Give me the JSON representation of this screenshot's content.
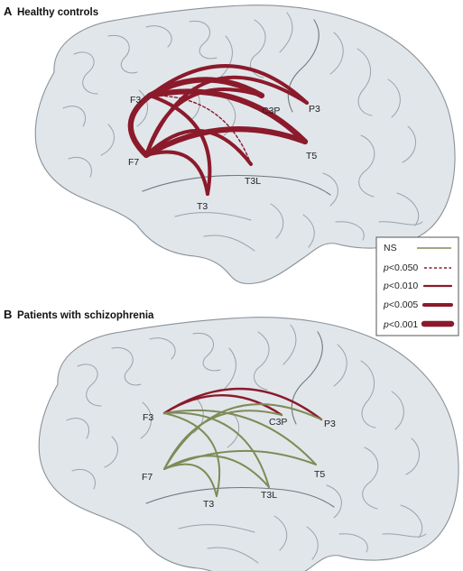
{
  "panels": {
    "a": {
      "letter": "A",
      "title": "Healthy controls"
    },
    "b": {
      "letter": "B",
      "title": "Patients with schizophrenia"
    }
  },
  "electrodes": {
    "F3": "F3",
    "F7": "F7",
    "C3P": "C3P",
    "P3": "P3",
    "T5": "T5",
    "T3L": "T3L",
    "T3": "T3"
  },
  "legend": {
    "ns": "NS",
    "p050": {
      "p": "p",
      "rest": "<0.050"
    },
    "p010": {
      "p": "p",
      "rest": "<0.010"
    },
    "p005": {
      "p": "p",
      "rest": "<0.005"
    },
    "p001": {
      "p": "p",
      "rest": "<0.001"
    }
  },
  "colors": {
    "significant": "#8b1a2b",
    "ns": "#7f8a57",
    "brain_fill": "#e1e6ea",
    "brain_outline": "#8a9198"
  },
  "chart_data": {
    "type": "network",
    "panels": [
      {
        "id": "A",
        "connections": [
          {
            "from": "F7",
            "to": "F3",
            "level": "p<0.001"
          },
          {
            "from": "F7",
            "to": "P3",
            "level": "p<0.005"
          },
          {
            "from": "F7",
            "to": "C3P",
            "level": "p<0.005"
          },
          {
            "from": "F7",
            "to": "T5",
            "level": "p<0.001"
          },
          {
            "from": "F7",
            "to": "T3L",
            "level": "p<0.005"
          },
          {
            "from": "F7",
            "to": "T3",
            "level": "p<0.005"
          },
          {
            "from": "F3",
            "to": "P3",
            "level": "p<0.005"
          },
          {
            "from": "F3",
            "to": "C3P",
            "level": "p<0.001"
          },
          {
            "from": "F3",
            "to": "T5",
            "level": "p<0.001"
          },
          {
            "from": "F3",
            "to": "T3L",
            "level": "p<0.050"
          },
          {
            "from": "F3",
            "to": "T3",
            "level": "p<0.005"
          }
        ]
      },
      {
        "id": "B",
        "connections": [
          {
            "from": "F3",
            "to": "P3",
            "level": "p<0.010"
          },
          {
            "from": "F3",
            "to": "C3P",
            "level": "p<0.010"
          },
          {
            "from": "F3",
            "to": "T5",
            "level": "NS"
          },
          {
            "from": "F3",
            "to": "T3L",
            "level": "NS"
          },
          {
            "from": "F3",
            "to": "T3",
            "level": "NS"
          },
          {
            "from": "F7",
            "to": "P3",
            "level": "NS"
          },
          {
            "from": "F7",
            "to": "C3P",
            "level": "NS"
          },
          {
            "from": "F7",
            "to": "T5",
            "level": "NS"
          },
          {
            "from": "F7",
            "to": "T3L",
            "level": "NS"
          },
          {
            "from": "F7",
            "to": "T3",
            "level": "NS"
          }
        ]
      }
    ]
  }
}
